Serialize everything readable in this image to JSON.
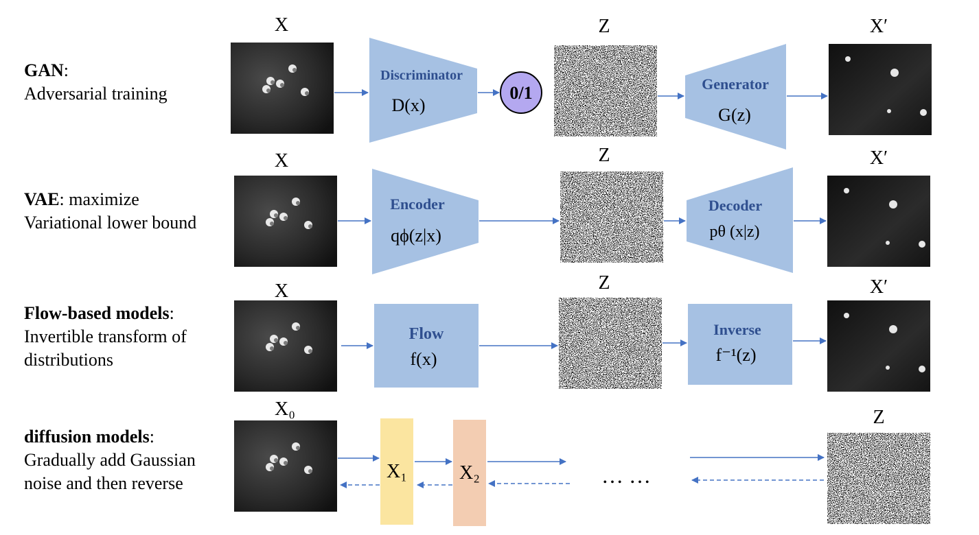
{
  "rows": {
    "gan": {
      "title": "GAN",
      "desc_line1": "Adversarial training"
    },
    "vae": {
      "title": "VAE",
      "title_suffix": " maximize",
      "desc_line1": "Variational lower bound"
    },
    "flow": {
      "title": "Flow-based models",
      "desc_line1": "Invertible transform of",
      "desc_line2": "distributions"
    },
    "diffusion": {
      "title": "diffusion models",
      "desc_line1": "Gradually add Gaussian",
      "desc_line2": "noise and then reverse"
    }
  },
  "var_labels": {
    "x": "X",
    "z": "Z",
    "x_prime": "X′",
    "x0": "X₀",
    "x1": "X₁",
    "x2": "X₂"
  },
  "blocks": {
    "discriminator": {
      "label": "Discriminator",
      "formula": "D(x)"
    },
    "zero_one": "0/1",
    "generator": {
      "label": "Generator",
      "formula": "G(z)"
    },
    "encoder": {
      "label": "Encoder",
      "formula": "qϕ(z|x)"
    },
    "decoder": {
      "label": "Decoder",
      "formula": "pθ (x|z)"
    },
    "flow": {
      "label": "Flow",
      "formula": "f(x)"
    },
    "inverse": {
      "label": "Inverse",
      "formula": "f⁻¹(z)"
    }
  },
  "ellipsis": "… …",
  "colors": {
    "block_blue": "#a6c1e3",
    "block_text": "#2f4f8f",
    "arrow": "#4472c4",
    "x1_fill": "#fbe5a0",
    "x2_fill": "#f3cdb2",
    "circle_fill": "#b4a8f0"
  }
}
